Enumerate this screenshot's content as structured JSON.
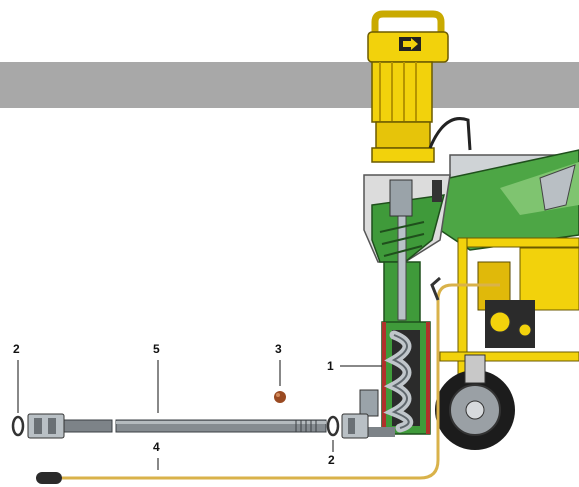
{
  "colors": {
    "header_band": "#a8a8a8",
    "motor_yellow": "#f2d20c",
    "motor_dark": "#b59400",
    "machine_green": "#3f9a3a",
    "hopper_grey": "#d6d6d6",
    "hose_grey": "#7d8388",
    "stator_red": "#b1302b",
    "cable_yellow": "#d9b24a",
    "ball_brown": "#9a4a22"
  },
  "icons": [
    "arrow-right-icon"
  ],
  "callouts": {
    "c1": "1",
    "c2_left": "2",
    "c2_right": "2",
    "c3": "3",
    "c4": "4",
    "c5": "5"
  }
}
